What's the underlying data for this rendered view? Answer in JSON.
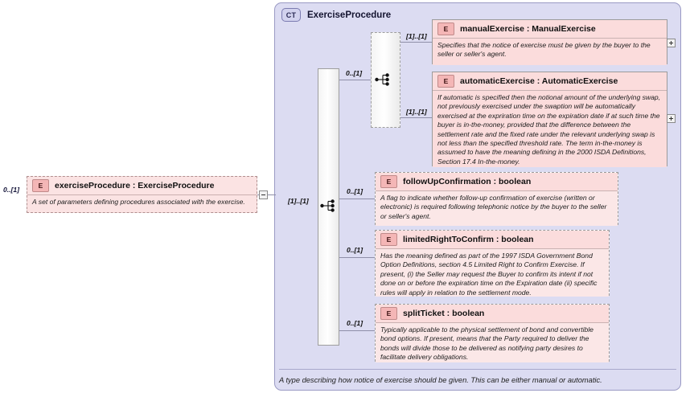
{
  "diagram": {
    "type": "xsd-schema-documentation",
    "root_element": {
      "badge": "E",
      "title": "exerciseProcedure : ExerciseProcedure",
      "description": "A set of parameters defining procedures associated with the exercise.",
      "cardinality": "0..[1]",
      "toggle": "collapse-minus"
    },
    "complex_type": {
      "badge": "CT",
      "title": "ExerciseProcedure",
      "footer": "A type describing how notice of exercise should be given. This can be either manual or automatic."
    },
    "compositors": [
      {
        "name": "sequence-compositor",
        "icon": "sequence-icon",
        "cardinality": "[1]..[1]"
      },
      {
        "name": "choice-compositor",
        "icon": "choice-icon",
        "cardinality": "0..[1]"
      }
    ],
    "nodes": [
      {
        "badge": "E",
        "title": "manualExercise : ManualExercise",
        "description": "Specifies that the notice of exercise must be given by the buyer to the seller or seller's agent.",
        "cardinality": "[1]..[1]",
        "border": "solid",
        "toggle": "expand-plus"
      },
      {
        "badge": "E",
        "title": "automaticExercise : AutomaticExercise",
        "description": "If automatic is specified then the notional amount of the underlying swap, not previously exercised under the swaption will be automatically exercised at the expriration time on the expiration date if at such time the buyer is in-the-money, provided that the difference between the settlement rate and the fixed rate under the relevant underlying swap is not less than the specified threshold rate. The term in-the-money is assumed to have the meaning defining in the 2000 ISDA Definitions, Section 17.4 In-the-money.",
        "cardinality": "[1]..[1]",
        "border": "solid",
        "toggle": "expand-plus"
      },
      {
        "badge": "E",
        "title": "followUpConfirmation : boolean",
        "description": "A flag to indicate whether follow-up confirmation of exercise (written or electronic) is required following telephonic notice by the buyer to the seller or seller's agent.",
        "cardinality": "0..[1]",
        "border": "dashed",
        "toggle": "none"
      },
      {
        "badge": "E",
        "title": "limitedRightToConfirm : boolean",
        "description": "Has the meaning defined as part of the 1997 ISDA Government Bond Option Definitions, section 4.5 Limited Right to Confirm Exercise. If present, (i) the Seller may request the Buyer to confirm its intent if not done on or before the expiration time on the Expiration date (ii) specific rules will apply in relation to the settlement mode.",
        "cardinality": "0..[1]",
        "border": "dashed",
        "toggle": "none"
      },
      {
        "badge": "E",
        "title": "splitTicket : boolean",
        "description": "Typically applicable to the physical settlement of bond and convertible bond options. If present, means that the Party required to deliver the bonds will divide those to be delivered as notifying party desires to facilitate delivery obligations.",
        "cardinality": "0..[1]",
        "border": "dashed",
        "toggle": "none"
      }
    ],
    "colors": {
      "container_bg": "#dcdcf2",
      "container_border": "#9a9ac4",
      "element_header_bg": "#fbdcdc",
      "element_badge_bg": "#f4b6b6",
      "root_box_bg": "#fbe3e3",
      "connector": "#8e8ea8"
    }
  }
}
